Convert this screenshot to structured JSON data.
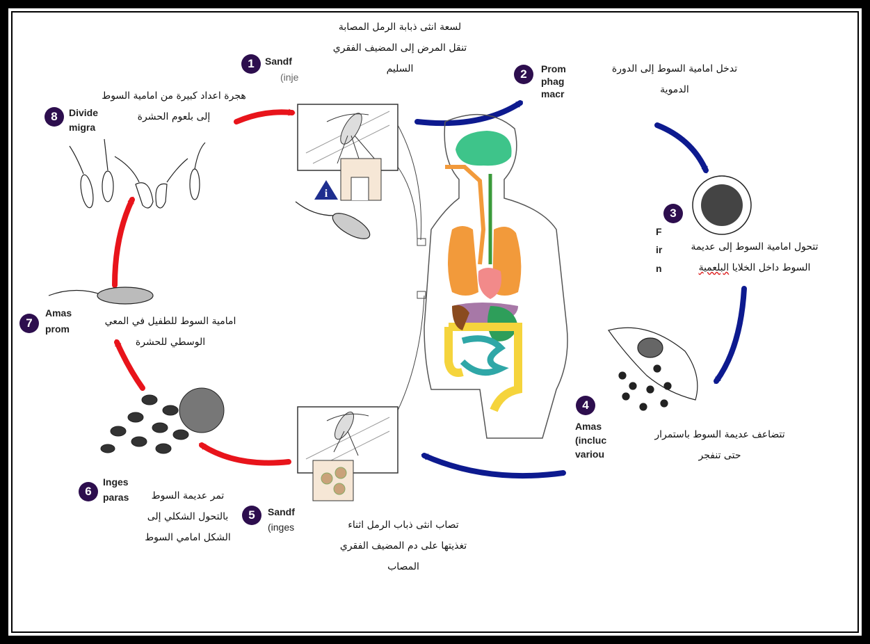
{
  "steps": [
    {
      "number": "1",
      "label": [
        "Sandf",
        "(inje"
      ]
    },
    {
      "number": "2",
      "label": [
        "Prom",
        "phag",
        "macr"
      ]
    },
    {
      "number": "3",
      "label": [
        "F",
        "ir",
        "n"
      ]
    },
    {
      "number": "4",
      "label": [
        "Amas",
        "(incluc",
        "variou"
      ]
    },
    {
      "number": "5",
      "label": [
        "Sandf",
        "(inges"
      ]
    },
    {
      "number": "6",
      "label": [
        "Inges",
        "paras"
      ]
    },
    {
      "number": "7",
      "label": [
        "Amas",
        "prom"
      ]
    },
    {
      "number": "8",
      "label": [
        "Divide",
        "migra"
      ]
    }
  ],
  "notes": {
    "step1": [
      "لسعة انثى ذبابة الرمل المصابة",
      "تنقل المرض إلى المضيف الفقري",
      "السليم"
    ],
    "step2": [
      "تدخل امامية السوط إلى الدورة",
      "الدموية"
    ],
    "step3": [
      "تتحول امامية السوط إلى عديمة",
      "السوط داخل الخلايا",
      "البلعمية"
    ],
    "step4": [
      "تتضاعف عديمة السوط باستمرار",
      "حتى تنفجر"
    ],
    "step5": [
      "تصاب انثى ذباب الرمل اثناء",
      "تغذيتها على دم المضيف الفقري",
      "المصاب"
    ],
    "step6": [
      "تمر عديمة السوط",
      "بالتحول الشكلي إلى",
      "الشكل امامي السوط"
    ],
    "step7": [
      "امامية السوط للطفيل في المعي",
      "الوسطي للحشرة"
    ],
    "step8": [
      "هجرة اعداد كبيرة من امامية السوط",
      "إلى بلعوم الحشرة"
    ]
  },
  "icons": [
    "infective-stage-icon"
  ],
  "colors": {
    "human_stage_arrows": "#0d1a8f",
    "vector_stage_arrows": "#e8141b",
    "badge": "#2d0e4e"
  }
}
